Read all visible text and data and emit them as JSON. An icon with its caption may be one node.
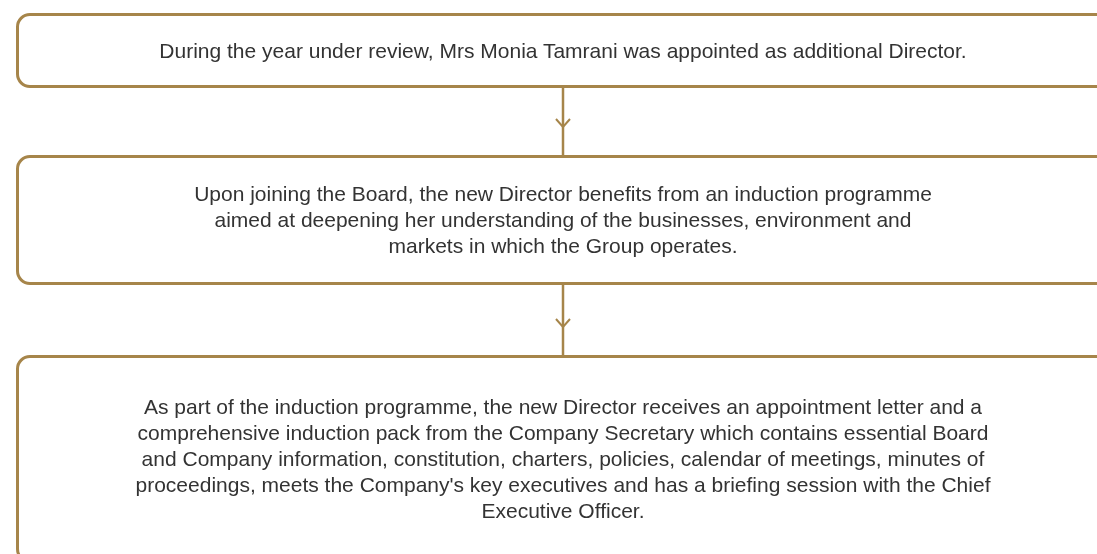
{
  "diagram": {
    "nodes": [
      {
        "text": [
          "During the year under review, Mrs Monia Tamrani was appointed as additional Director."
        ]
      },
      {
        "text": [
          "Upon joining the Board, the new Director benefits from an induction programme aimed at deepening her understanding of the businesses, environment and markets in which the Group operates."
        ]
      },
      {
        "text": [
          "As part of the induction programme, the new Director receives an appointment letter and a comprehensive induction pack from the Company Secretary which contains essential Board and Company information, constitution, charters, policies, calendar of meetings, minutes of proceedings, meets the Company's key executives and has a briefing session with the Chief Executive Officer."
        ]
      }
    ],
    "edges": [
      {
        "from": 0,
        "to": 1,
        "arrow": "to"
      },
      {
        "from": 1,
        "to": 2,
        "arrow": "to"
      }
    ]
  }
}
